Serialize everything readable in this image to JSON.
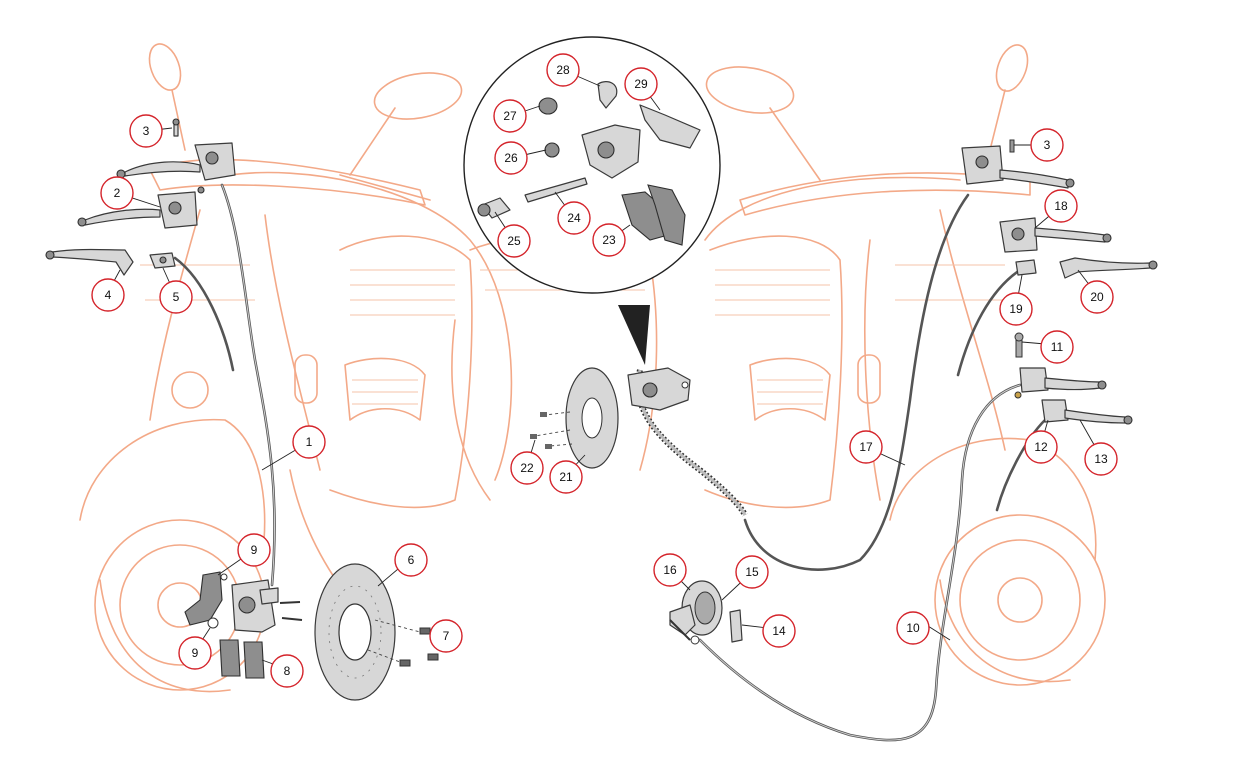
{
  "diagram": {
    "type": "exploded-parts-diagram",
    "colors": {
      "callout_ring": "#d4232a",
      "scooter_outline": "#f3a988",
      "parts_fill": "#d7d7d7",
      "ink": "#222222"
    },
    "callouts": [
      {
        "label": "1"
      },
      {
        "label": "2"
      },
      {
        "label": "3"
      },
      {
        "label": "4"
      },
      {
        "label": "5"
      },
      {
        "label": "6"
      },
      {
        "label": "7"
      },
      {
        "label": "8"
      },
      {
        "label": "9"
      },
      {
        "label": "9"
      },
      {
        "label": "10"
      },
      {
        "label": "11"
      },
      {
        "label": "12"
      },
      {
        "label": "13"
      },
      {
        "label": "14"
      },
      {
        "label": "15"
      },
      {
        "label": "16"
      },
      {
        "label": "17"
      },
      {
        "label": "18"
      },
      {
        "label": "19"
      },
      {
        "label": "20"
      },
      {
        "label": "21"
      },
      {
        "label": "22"
      },
      {
        "label": "23"
      },
      {
        "label": "24"
      },
      {
        "label": "25"
      },
      {
        "label": "26"
      },
      {
        "label": "27"
      },
      {
        "label": "28"
      },
      {
        "label": "29"
      },
      {
        "label": "3"
      }
    ]
  }
}
